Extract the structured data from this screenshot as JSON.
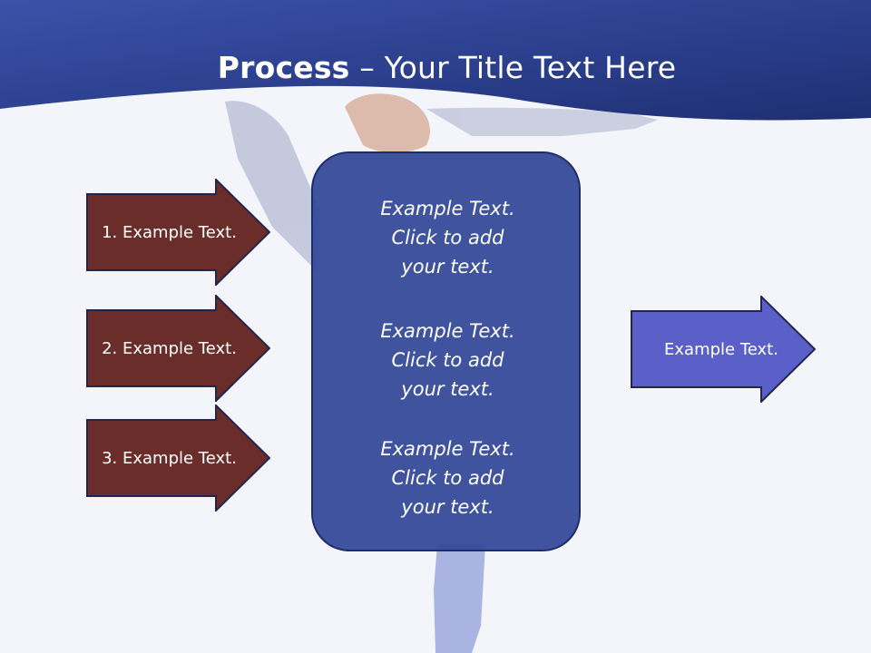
{
  "slide": {
    "title_bold": "Process",
    "title_rest": " – Your Title Text Here"
  },
  "left_arrows": [
    {
      "label": "1. Example Text."
    },
    {
      "label": "2. Example Text."
    },
    {
      "label": "3. Example Text."
    }
  ],
  "center_box": {
    "blocks": [
      {
        "line1": "Example Text.",
        "line2": "Click  to add",
        "line3": "your text."
      },
      {
        "line1": "Example Text.",
        "line2": "Click  to add",
        "line3": "your text."
      },
      {
        "line1": "Example Text.",
        "line2": "Click  to add",
        "line3": "your text."
      }
    ]
  },
  "right_arrow": {
    "label": "Example Text."
  },
  "colors": {
    "header": "#2c3f8c",
    "left_arrow_fill": "#6b2d2a",
    "center_box": "#344899",
    "right_arrow_fill": "#5b5fc8"
  }
}
